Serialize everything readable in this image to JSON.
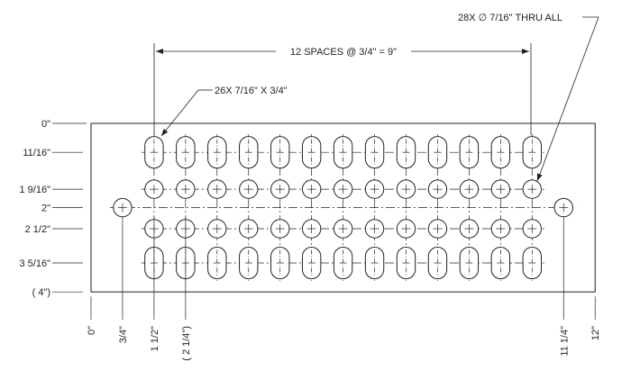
{
  "annotations": {
    "spacing_note": "12 SPACES @ 3/4\" = 9\"",
    "slot_note": "26X 7/16\" X 3/4\"",
    "hole_note": "28X ∅ 7/16\" THRU ALL"
  },
  "y_dims": [
    {
      "value": 0,
      "label": "0\""
    },
    {
      "value": 0.6875,
      "label": "11/16\""
    },
    {
      "value": 1.5625,
      "label": "1 9/16\""
    },
    {
      "value": 2,
      "label": "2\""
    },
    {
      "value": 2.5,
      "label": "2 1/2\""
    },
    {
      "value": 3.3125,
      "label": "3 5/16\""
    },
    {
      "value": 4,
      "label": "( 4\")"
    }
  ],
  "x_dims": [
    {
      "value": 0,
      "label": "0\""
    },
    {
      "value": 0.75,
      "label": "3/4\""
    },
    {
      "value": 1.5,
      "label": "1 1/2\""
    },
    {
      "value": 2.25,
      "label": "( 2 1/4\")"
    },
    {
      "value": 11.25,
      "label": "11 1/4\""
    },
    {
      "value": 12,
      "label": "12\""
    }
  ],
  "plate": {
    "width": 12,
    "height": 4
  },
  "pattern": {
    "start_x": 1.5,
    "pitch": 0.75,
    "count": 13,
    "slot_rows": [
      0.6875,
      3.3125
    ],
    "hole_rows": [
      1.5625,
      2.5
    ],
    "end_holes": [
      {
        "x": 0.75,
        "y": 2
      },
      {
        "x": 11.25,
        "y": 2
      }
    ]
  },
  "colors": {
    "line": "#222222",
    "background": "#ffffff"
  }
}
